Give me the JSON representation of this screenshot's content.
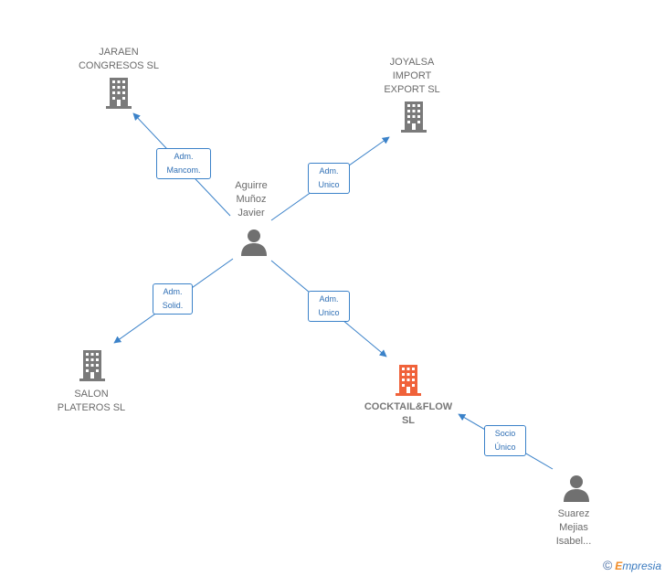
{
  "nodes": {
    "jaraen": {
      "label": "JARAEN\nCONGRESOS SL",
      "type": "company"
    },
    "joyalsa": {
      "label": "JOYALSA\nIMPORT\nEXPORT SL",
      "type": "company"
    },
    "aguirre": {
      "label": "Aguirre\nMuñoz\nJavier",
      "type": "person"
    },
    "salon": {
      "label": "SALON\nPLATEROS  SL",
      "type": "company"
    },
    "cocktail": {
      "label": "COCKTAIL&FLOW\nSL",
      "type": "company-focus"
    },
    "suarez": {
      "label": "Suarez\nMejias\nIsabel...",
      "type": "person"
    }
  },
  "edges": {
    "aguirre_jaraen": {
      "label": "Adm.\nMancom."
    },
    "aguirre_joyalsa": {
      "label": "Adm.\nUnico"
    },
    "aguirre_salon": {
      "label": "Adm.\nSolid."
    },
    "aguirre_cocktail": {
      "label": "Adm.\nUnico"
    },
    "suarez_cocktail": {
      "label": "Socio\nÚnico"
    }
  },
  "colors": {
    "edge": "#3b82c9",
    "company": "#7a7a7a",
    "focus": "#f0623a",
    "person": "#707070"
  },
  "brand": {
    "copyright": "©",
    "name_first": "E",
    "name_rest": "mpresia"
  }
}
